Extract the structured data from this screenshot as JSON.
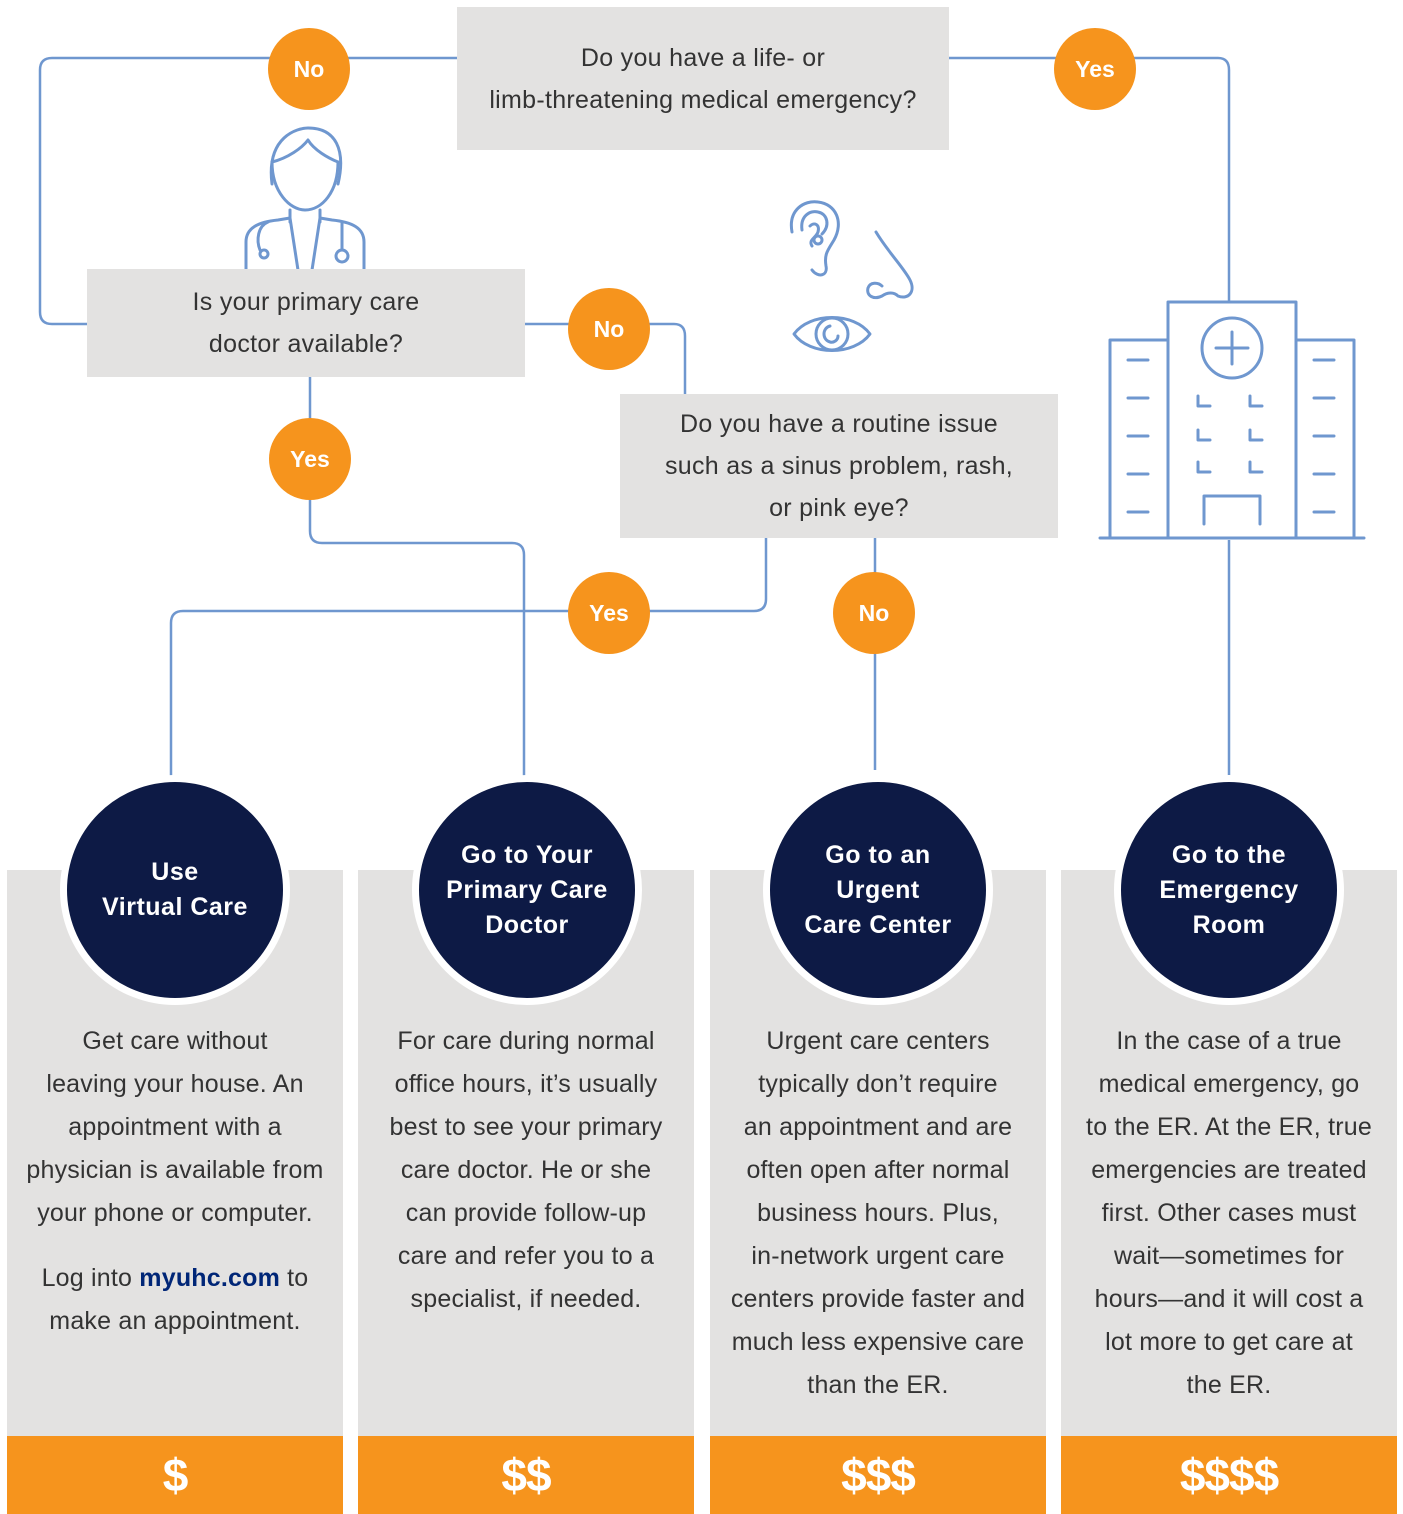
{
  "questions": {
    "emergency": "Do you have a life- or\nlimb-threatening medical emergency?",
    "pcp_available": "Is your primary care\ndoctor available?",
    "routine_issue": "Do you have a routine issue\nsuch as a sinus problem, rash,\nor pink eye?"
  },
  "badges": {
    "emergency_no": "No",
    "emergency_yes": "Yes",
    "pcp_no": "No",
    "pcp_yes": "Yes",
    "routine_yes": "Yes",
    "routine_no": "No"
  },
  "outcomes": [
    {
      "title": "Use\nVirtual Care",
      "body": "Get care without\nleaving your house. An\nappointment with a\nphysician is available from\nyour phone or computer.",
      "extra_prefix": "Log into ",
      "extra_link": "myuhc.com",
      "extra_suffix": " to\nmake an appointment.",
      "cost": "$"
    },
    {
      "title": "Go to Your\nPrimary Care\nDoctor",
      "body": "For care during normal\noffice hours, it’s usually\nbest to see your primary\ncare doctor. He or she\ncan provide follow-up\ncare and refer you to a\nspecialist, if needed.",
      "cost": "$$"
    },
    {
      "title": "Go to an\nUrgent\nCare Center",
      "body": "Urgent care centers\ntypically don’t require\nan appointment and are\noften open after normal\nbusiness hours. Plus,\nin-network urgent care\ncenters provide faster and\nmuch less expensive care\nthan the ER.",
      "cost": "$$$"
    },
    {
      "title": "Go to the\nEmergency\nRoom",
      "body": "In the case of a true\nmedical emergency, go\nto the ER. At the ER, true\nemergencies are treated\nfirst. Other cases must\nwait—sometimes for\nhours—and it will cost a\nlot more to get care at\nthe ER.",
      "cost": "$$$$"
    }
  ],
  "colors": {
    "connector": "#6f97cf",
    "badge": "#f6941d",
    "circle": "#0d1a45",
    "box": "#e3e2e1",
    "link": "#002677"
  },
  "icons": [
    "doctor-icon",
    "ear-icon",
    "nose-icon",
    "eye-icon",
    "hospital-icon"
  ]
}
